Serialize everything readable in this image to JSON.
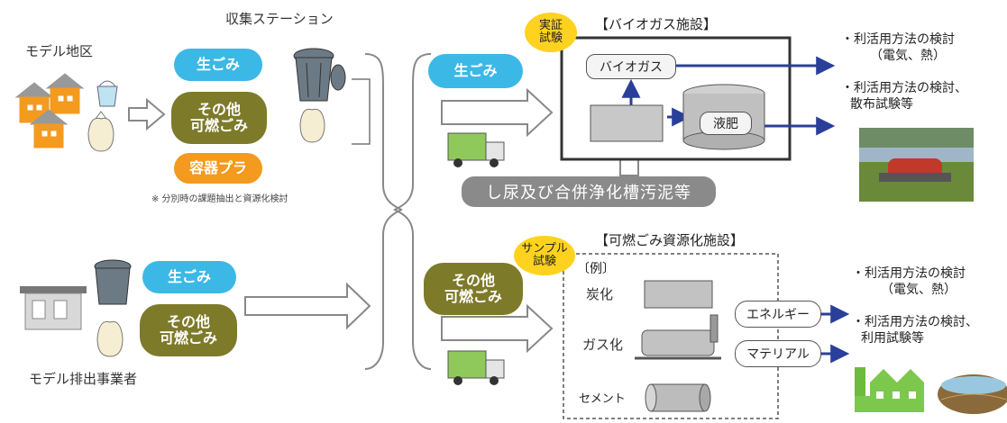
{
  "left": {
    "station_title": "収集ステーション",
    "model_area": "モデル地区",
    "station_pills": [
      "生ごみ",
      "その他\n可燃ごみ",
      "容器プラ"
    ],
    "note": "※ 分別時の課題抽出と資源化検討",
    "model_business": "モデル排出事業者",
    "business_pills": [
      "生ごみ",
      "その他\n可燃ごみ"
    ]
  },
  "mid": {
    "top_pill": "生ごみ",
    "bottom_pill": "その他\n可燃ごみ"
  },
  "biogas": {
    "heading": "【バイオガス施設】",
    "badge": "実証\n試験",
    "biogas_box": "バイオガス",
    "fertilizer_box": "液肥",
    "sludge_banner": "し尿及び合併浄化槽汚泥等"
  },
  "combustible": {
    "heading": "【可燃ごみ資源化施設】",
    "badge": "サンプル\n試験",
    "example": "〔例〕",
    "methods": [
      "炭化",
      "ガス化",
      "セメント"
    ],
    "outputs": [
      "エネルギー",
      "マテリアル"
    ]
  },
  "right": {
    "bullets_1": [
      "・利活用方法の検討",
      "（電気、熱）"
    ],
    "bullets_2": [
      "・利活用方法の検討、",
      "散布試験等"
    ],
    "bullets_3": [
      "・利活用方法の検討",
      "（電気、熱）"
    ],
    "bullets_4": [
      "・利活用方法の検討、",
      "利用試験等"
    ]
  },
  "colors": {
    "blue": "#3cb8e6",
    "olive": "#7d7a2a",
    "orange": "#f39a1f",
    "badge": "#ffd21f",
    "arrow": "#2a3f9a",
    "banner": "#8a8a8a"
  }
}
